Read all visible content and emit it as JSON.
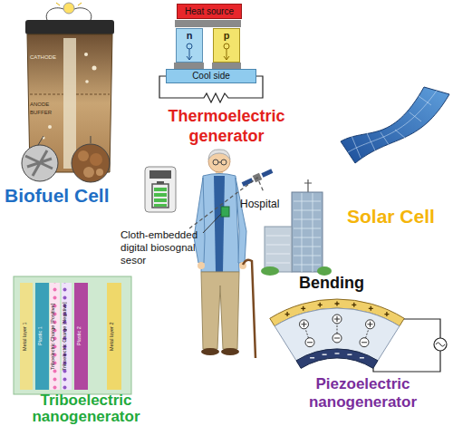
{
  "diagram": {
    "nodes": [
      {
        "text": [
          "Heat source"
        ]
      },
      {
        "text": [
          "n"
        ]
      },
      {
        "text": [
          "p"
        ]
      },
      {
        "text": [
          "Cool side"
        ]
      },
      {
        "text": [
          "Cloth-embedded digital biosognal sesor"
        ]
      },
      {
        "text": [
          "Hospital"
        ]
      }
    ],
    "edges": [
      {
        "from": 4,
        "to": 5,
        "arrow": "none"
      }
    ],
    "labels": [
      "Biofuel Cell",
      "CATHODE",
      "ANODE",
      "BUFFER",
      "Thermoelectric generator",
      "Solar Cell",
      "Metal layer 1",
      "Plastic 1",
      "Triboelectric Charge [Positive]",
      "Triboelectric Charge [Negative]",
      "Plastic 2",
      "Metal layer 2",
      "Triboelectric nanogenerator",
      "Bending",
      "Piezoelectric nanogenerator"
    ]
  }
}
